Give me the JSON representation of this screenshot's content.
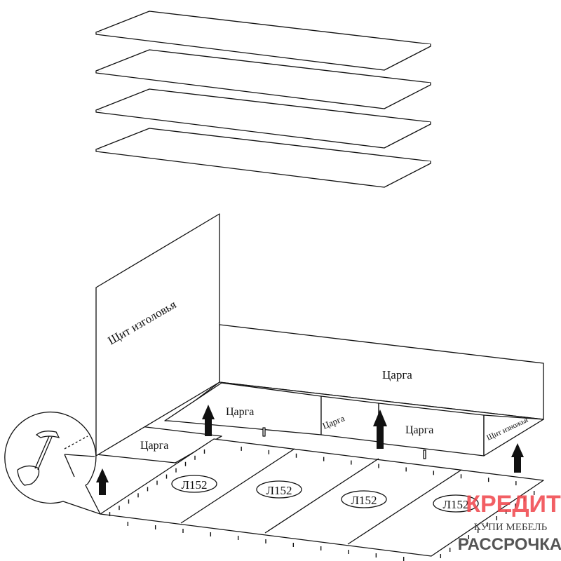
{
  "labels": {
    "headboard": "Щит изголовья",
    "tsarga_back": "Царга",
    "tsarga_middle_left": "Царга",
    "tsarga_middle_small": "Царга",
    "tsarga_middle_right": "Царга",
    "tsarga_front_left": "Царга",
    "footboard": "Щит изножья",
    "slat_marks": [
      "Л152",
      "Л152",
      "Л152",
      "Л152"
    ]
  },
  "watermark": {
    "line1": "КРЕДИТ",
    "line2": "КУПИ МЕБЕЛЬ",
    "line3": "РАССРОЧКА",
    "line1_color": "#f0444a",
    "line3_color": "#555555"
  }
}
